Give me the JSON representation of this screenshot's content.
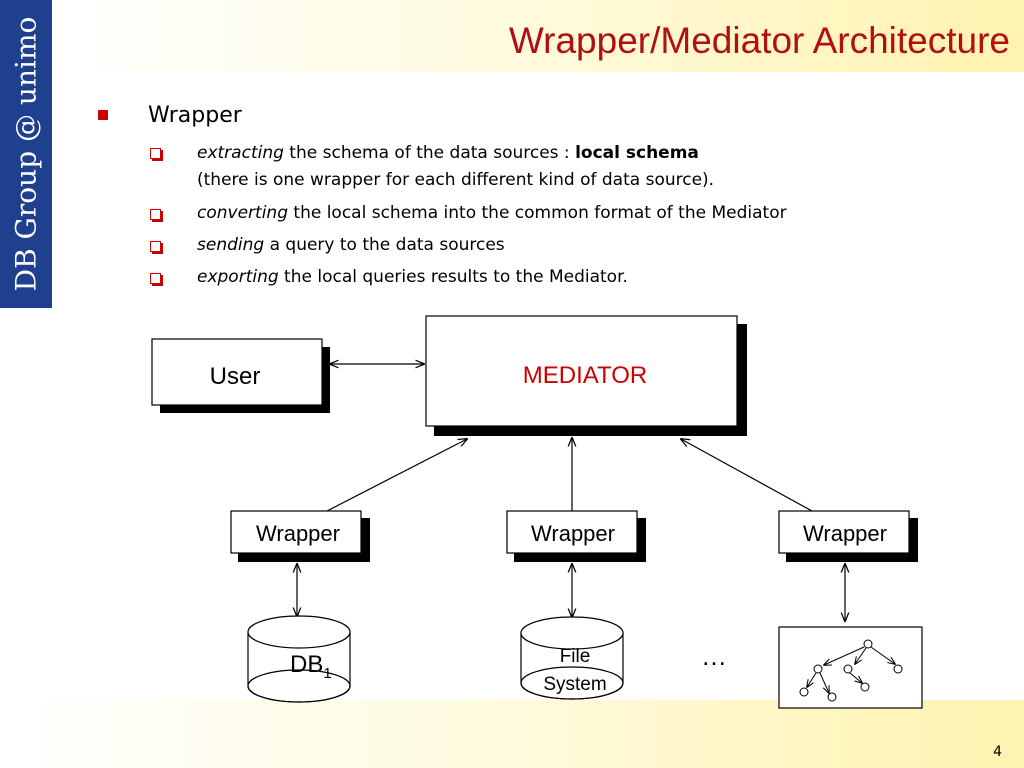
{
  "slide": {
    "title": "Wrapper/Mediator Architecture",
    "side_label": "DB Group @ unimo",
    "page_number": "4"
  },
  "bullets": {
    "main": "Wrapper",
    "items": [
      {
        "italic": "extracting",
        "text": " the schema of the data sources : ",
        "bold": "local schema",
        "line2": "(there is one wrapper for each different kind of data source)."
      },
      {
        "italic": "converting",
        "text": " the local schema into the common format of the Mediator"
      },
      {
        "italic": "sending",
        "text": " a query to the data sources"
      },
      {
        "italic": "exporting",
        "text": " the local queries results to the Mediator."
      }
    ]
  },
  "diagram": {
    "user_label": "User",
    "mediator_label": "MEDIATOR",
    "wrapper_labels": [
      "Wrapper",
      "Wrapper",
      "Wrapper"
    ],
    "db_label": "DB",
    "db_subscript": "1",
    "filesystem_label_line1": "File",
    "filesystem_label_line2": "System",
    "ellipsis": "…",
    "colors": {
      "mediator_text": "#cc0000",
      "title": "#b01010",
      "side_bar": "#1f3f8f"
    }
  }
}
